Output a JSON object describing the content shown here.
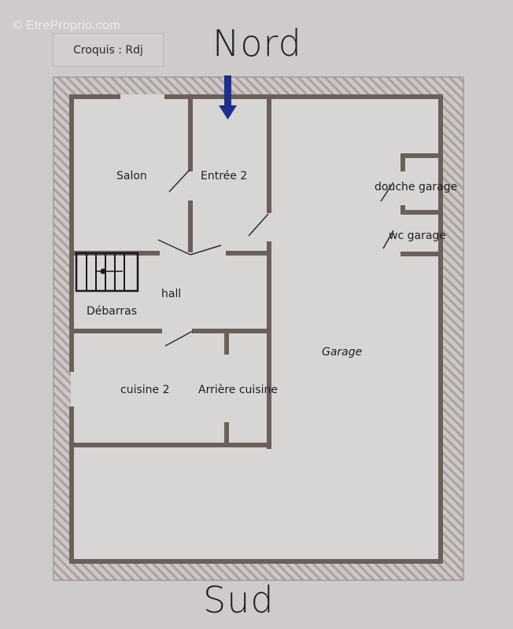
{
  "watermark": "© EtreProprio.com",
  "legend": {
    "label": "Croquis : Rdj"
  },
  "compass": {
    "north": "Nord",
    "south": "Sud",
    "north_arrow_color": "#1b2f8a"
  },
  "colors": {
    "background": "#cfcbcb",
    "room_fill": "#d8d5d5",
    "wall": "#6b5f5c",
    "hatch": "#a9a1a0"
  },
  "rooms": [
    {
      "id": "salon",
      "label": "Salon"
    },
    {
      "id": "entree2",
      "label": "Entrée 2"
    },
    {
      "id": "douche-garage",
      "label": "douche garage"
    },
    {
      "id": "wc-garage",
      "label": "wc garage"
    },
    {
      "id": "hall",
      "label": "hall"
    },
    {
      "id": "debarras",
      "label": "Débarras"
    },
    {
      "id": "garage",
      "label": "Garage"
    },
    {
      "id": "cuisine2",
      "label": "cuisine 2"
    },
    {
      "id": "arriere-cuisine",
      "label": "Arrière cuisine"
    }
  ]
}
